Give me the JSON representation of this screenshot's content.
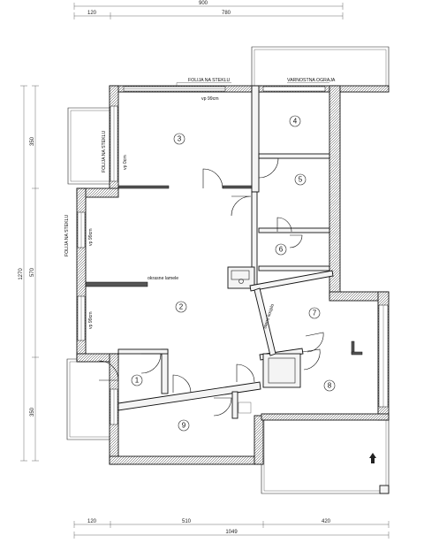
{
  "dimensions": {
    "top_total": "900",
    "top_left": "120",
    "top_right": "780",
    "bottom_1": "120",
    "bottom_2": "510",
    "bottom_3": "420",
    "bottom_total": "1049",
    "left_1": "350",
    "left_2": "570",
    "left_3": "350",
    "left_total": "1270"
  },
  "labels": {
    "folija_top": "FOLIJA NA STEKLU",
    "varnostna_ograja": "VARNOSTNA OGRAJA",
    "window_room3": "vp 99cm",
    "folija_side_upper": "FOLIJA NA STEKLU",
    "window_side_upper": "vp 0cm",
    "folija_side_lower": "FOLIJA NA STEKLU",
    "window_side_mid": "vp 99cm",
    "okrasne_lamele": "okrasne lamele",
    "window_side_lower": "vp 99cm",
    "steno_kosplo": "steno kosplo"
  },
  "rooms": [
    "1",
    "2",
    "3",
    "4",
    "5",
    "6",
    "7",
    "8",
    "9"
  ]
}
